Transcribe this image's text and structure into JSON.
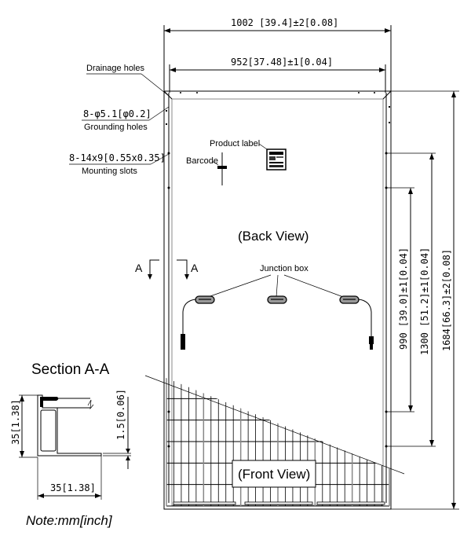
{
  "drawing": {
    "title_views": {
      "back_view": "(Back View)",
      "front_view": "(Front View)",
      "section": "Section A-A",
      "section_marker_left": "A",
      "section_marker_right": "A"
    },
    "dimensions": {
      "overall_width": "1002 [39.4]±2[0.08]",
      "inner_width": "952[37.48]±1[0.04]",
      "mount_spacing_990": "990 [39.0]±1[0.04]",
      "mount_spacing_1300": "1300 [51.2]±1[0.04]",
      "overall_height": "1684[66.3]±2[0.08]",
      "section_height": "35[1.38]",
      "section_width": "35[1.38]",
      "section_thickness": "1.5[0.06]"
    },
    "callouts": {
      "drainage_holes": "Drainage holes",
      "grounding_spec": "8-φ5.1[φ0.2]",
      "grounding_holes": "Grounding holes",
      "mounting_spec": "8-14x9[0.55x0.35]",
      "mounting_slots": "Mounting slots",
      "product_label": "Product label",
      "barcode": "Barcode",
      "junction_box": "Junction box"
    },
    "note": "Note:mm[inch]"
  }
}
